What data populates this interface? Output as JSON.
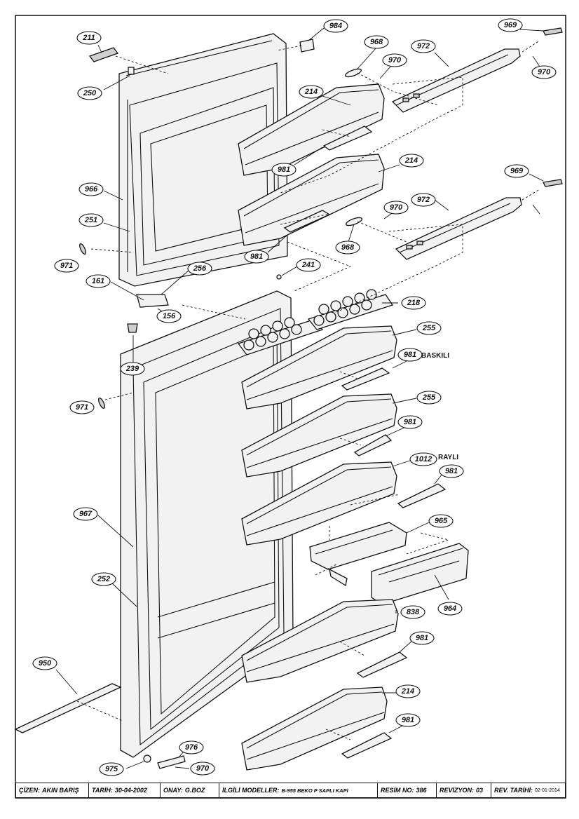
{
  "callouts": [
    "211",
    "250",
    "984",
    "968",
    "970",
    "972",
    "969",
    "970",
    "214",
    "981",
    "966",
    "214",
    "969",
    "970",
    "972",
    "968",
    "251",
    "971",
    "981",
    "241",
    "161",
    "256",
    "156",
    "218",
    "239",
    "255",
    "981",
    "971",
    "255",
    "981",
    "1012",
    "981",
    "967",
    "965",
    "964",
    "252",
    "838",
    "981",
    "950",
    "214",
    "981",
    "976",
    "975",
    "970"
  ],
  "notes": {
    "baskili": "BASKILI",
    "rayli": "RAYLI"
  },
  "title_block": {
    "cizen_label": "ÇİZEN:",
    "cizen_value": "AKIN BARIŞ",
    "tarih_label": "TARİH:",
    "tarih_value": "30-04-2002",
    "onay_label": "ONAY:",
    "onay_value": "G.BOZ",
    "modeller_label": "İLGİLİ MODELLER:",
    "modeller_value": "B-955 BEKO P SAPLI KAPI",
    "resim_label": "RESİM NO:",
    "resim_value": "386",
    "revizyon_label": "REVİZYON:",
    "revizyon_value": "03",
    "revtarih_label": "REV. TARİHİ:",
    "revtarih_value": "02-01-2014"
  }
}
